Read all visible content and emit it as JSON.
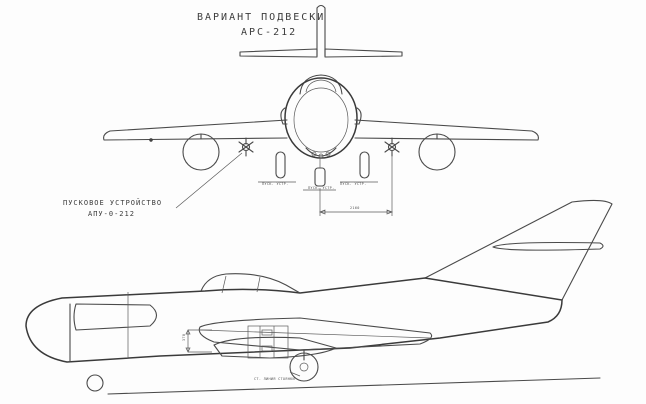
{
  "title": {
    "line1": "ВАРИАНТ ПОДВЕСКИ",
    "line2": "АРС-212"
  },
  "launcher_label": {
    "line1": "ПУСКОВОЕ УСТРОЙСТВО",
    "line2": "АПУ-0-212"
  },
  "dimensions": {
    "horizontal": "2160",
    "vertical": "378"
  },
  "notes": {
    "ground_line": "СТ. ЛИНИЯ СТОЯНКИ",
    "pylon_left": "ПУСК. УСТР.",
    "pylon_center": "ПУСК. УСТР.",
    "pylon_right": "ПУСК. УСТР."
  }
}
